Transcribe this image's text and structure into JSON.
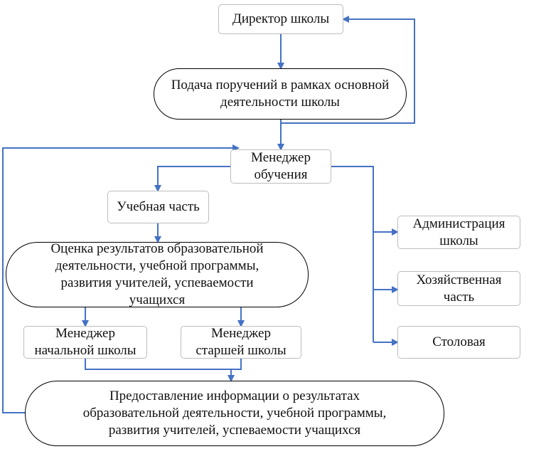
{
  "colors": {
    "connector": "#4472c4",
    "box_border": "#bdbdbd",
    "pill_border": "#000000"
  },
  "nodes": {
    "director": "Директор школы",
    "assignments": "Подача поручений в рамках основной\nдеятельности школы",
    "learning_manager": "Менеджер\nобучения",
    "academic_dept": "Учебная часть",
    "assessment": "Оценка результатов образовательной\nдеятельности, учебной программы,\nразвития учителей, успеваемости\nучащихся",
    "primary_manager": "Менеджер\nначальной школы",
    "senior_manager": "Менеджер\nстаршей школы",
    "administration": "Администрация\nшколы",
    "maintenance": "Хозяйственная\nчасть",
    "canteen": "Столовая",
    "report": "Предоставление информации о результатах\nобразовательной деятельности, учебной  программы,\nразвития учителей, успеваемости учащихся"
  }
}
